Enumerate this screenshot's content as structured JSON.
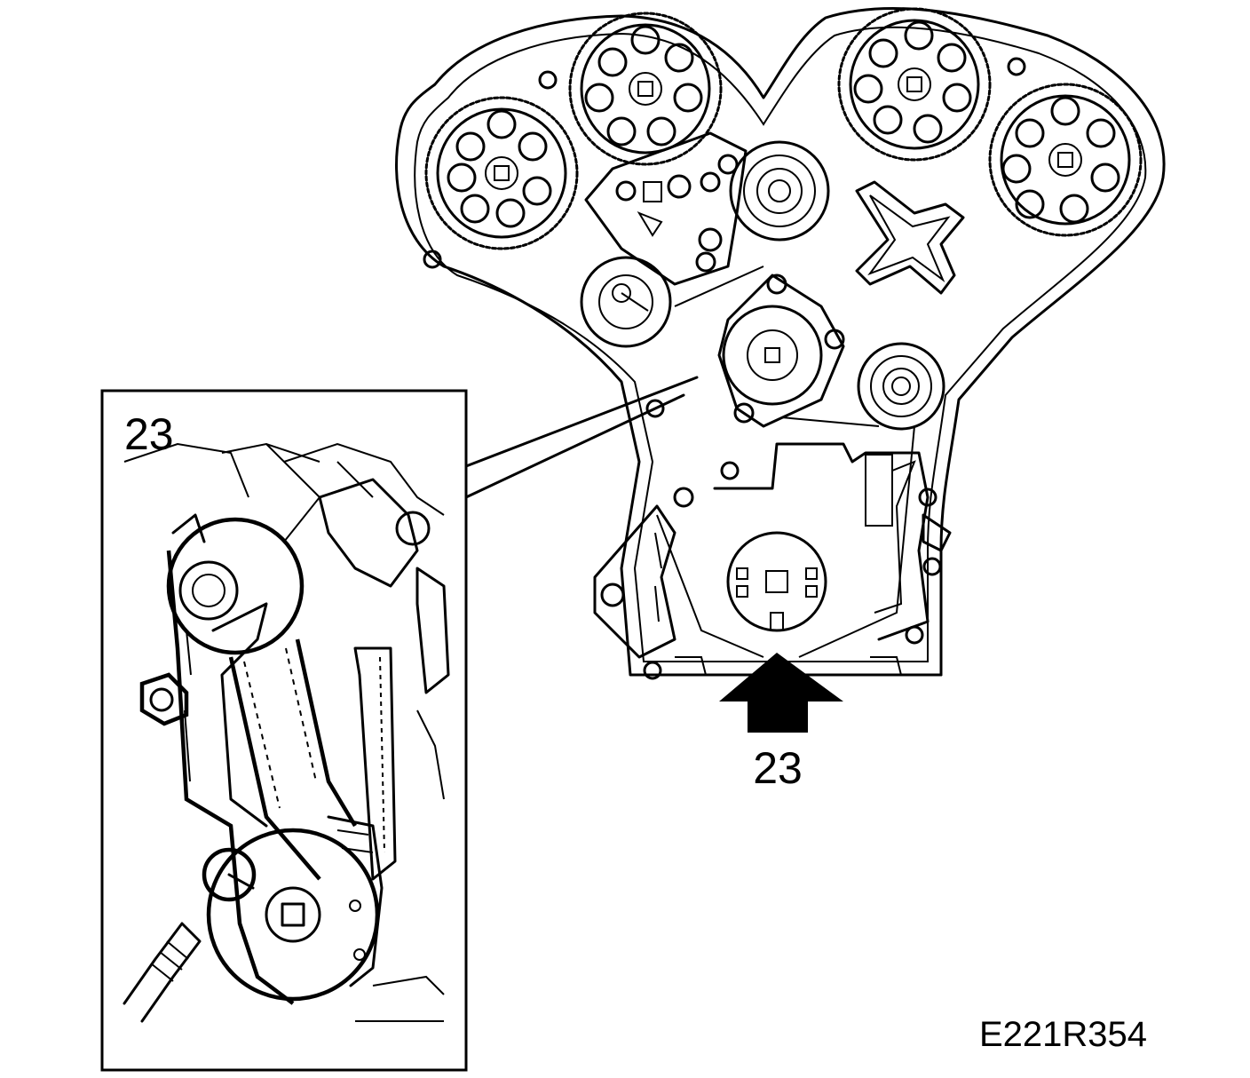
{
  "figure": {
    "callout_number": "23",
    "inset_number": "23",
    "figure_code": "E221R354"
  },
  "colors": {
    "line": "#000000",
    "background": "#ffffff"
  },
  "icons": {
    "arrow": "up-arrow-icon"
  }
}
